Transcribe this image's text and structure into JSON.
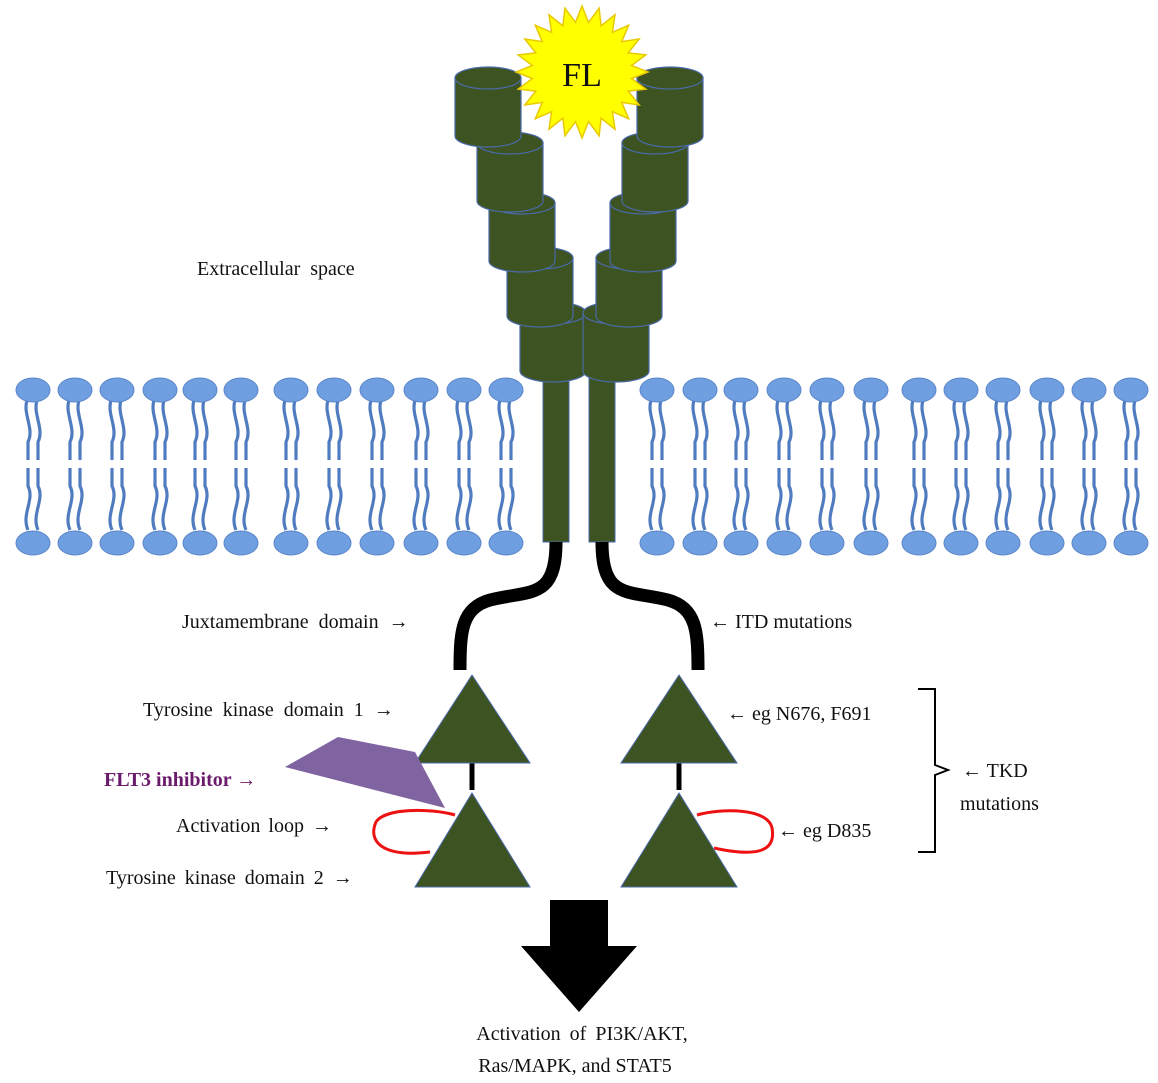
{
  "ligand": {
    "label": "FL",
    "color": "#ffff00"
  },
  "labels": {
    "extracellular": "Extracellular space",
    "juxtamembrane": "Juxtamembrane domain →",
    "itd": "← ITD mutations",
    "tkd1": "Tyrosine kinase domain 1 →",
    "tkd1_mut": "← eg N676, F691",
    "inhibitor": "FLT3 inhibitor →",
    "activation_loop": "Activation loop →",
    "tkd2_mut": "← eg D835",
    "tkd2": "Tyrosine kinase domain 2 →",
    "tkd_mut_line1": "← TKD",
    "tkd_mut_line2": "mutations",
    "downstream_line1": "Activation of PI3K/AKT,",
    "downstream_line2": "Ras/MAPK, and STAT5"
  },
  "colors": {
    "receptor": "#3d5321",
    "receptor_stroke": "#4a6aa8",
    "lipid_head": "#6f9fe0",
    "lipid_tail": "#4f7cc0",
    "inhibitor": "#8064a2",
    "inhibitor_text": "#6b1b6b",
    "activation_loop": "#ee1111",
    "arrow": "#000000"
  },
  "icons": {
    "ligand": "sun-burst-icon",
    "arrow": "down-arrow-icon",
    "inhibitor": "inhibitor-wedge-icon"
  }
}
